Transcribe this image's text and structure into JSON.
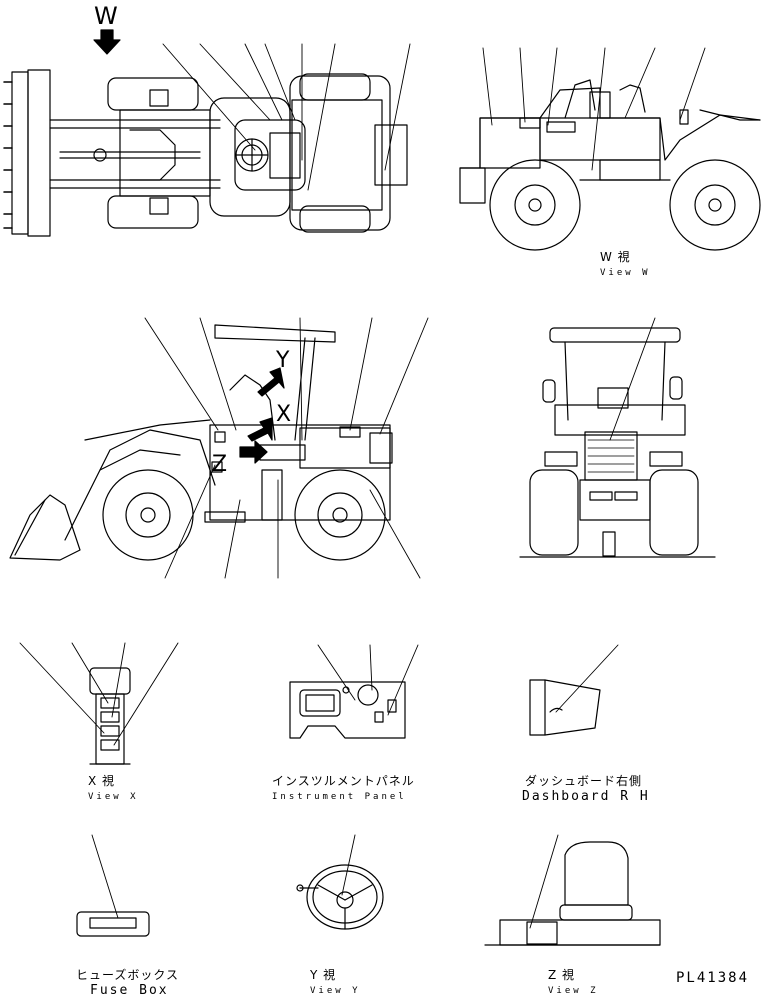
{
  "figure": {
    "part_code": "PL41384",
    "markers": {
      "w": "W",
      "x": "X",
      "y": "Y",
      "z": "Z"
    }
  },
  "views": {
    "view_w": {
      "jp": "W 視",
      "en": "View W"
    },
    "view_x": {
      "jp": "X 視",
      "en": "View X"
    },
    "instrument_panel": {
      "jp": "インスツルメントパネル",
      "en": "Instrument Panel"
    },
    "dashboard_rh": {
      "jp": "ダッシュボード右側",
      "en": "Dashboard R H"
    },
    "fuse_box": {
      "jp": "ヒューズボックス",
      "en": "Fuse Box"
    },
    "view_y": {
      "jp": "Y 視",
      "en": "View Y"
    },
    "view_z": {
      "jp": "Z 視",
      "en": "View Z"
    }
  }
}
